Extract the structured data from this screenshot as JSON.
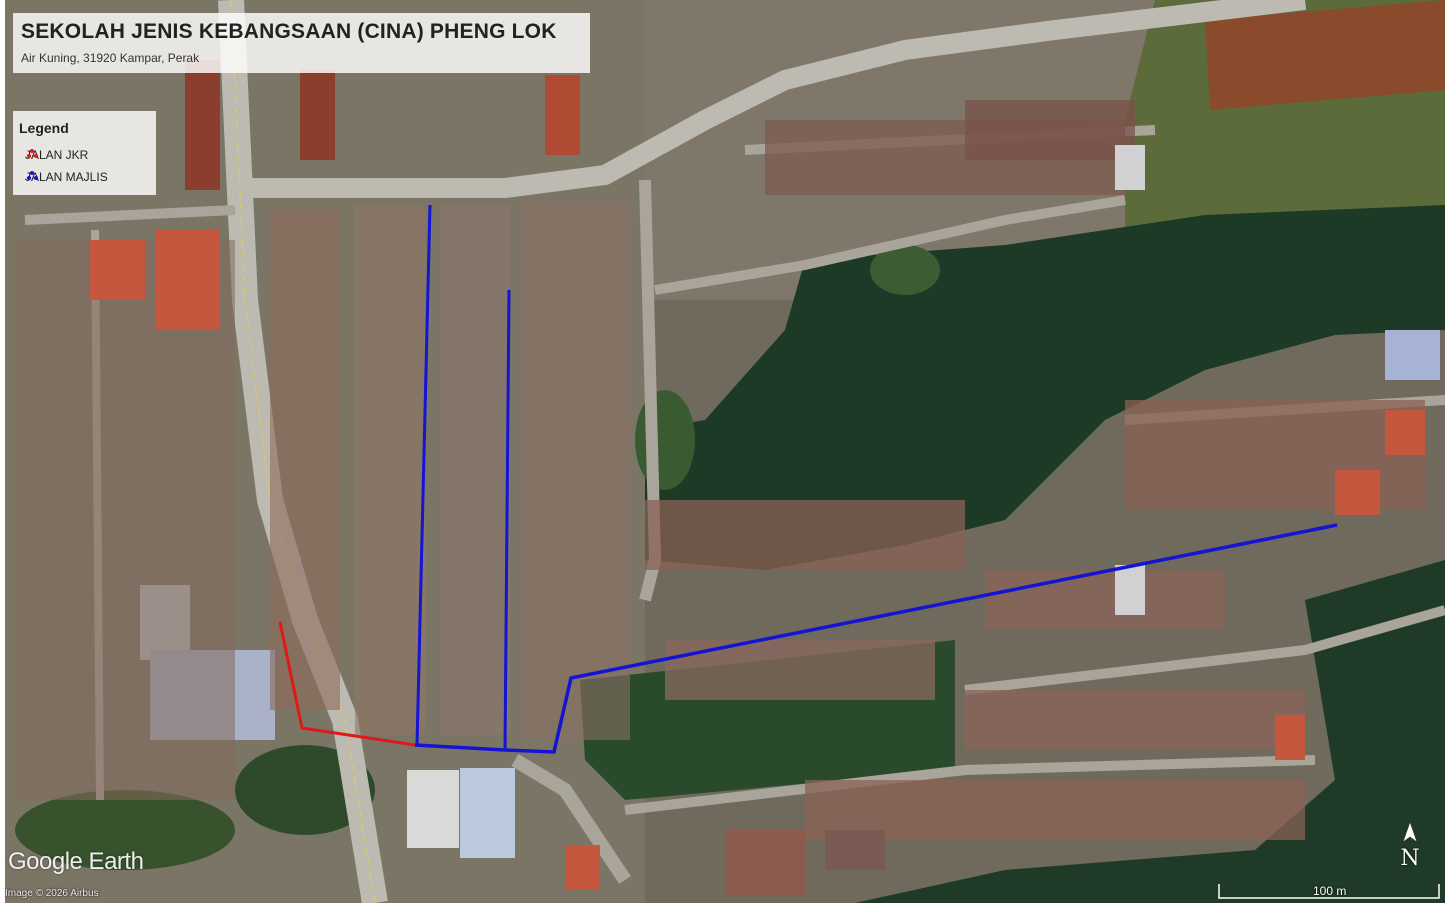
{
  "map": {
    "title": "SEKOLAH JENIS KEBANGSAAN (CINA) PHENG LOK",
    "subtitle": "Air Kuning, 31920 Kampar, Perak",
    "legend": {
      "heading": "Legend",
      "items": [
        {
          "label": "JALAN JKR",
          "color": "#e01818"
        },
        {
          "label": "JALAN MAJLIS",
          "color": "#1414d2"
        }
      ]
    },
    "provider_logo": "Google Earth",
    "imagery_credit": "Image © 2026 Airbus",
    "north_label": "N",
    "scale_label": "100 m",
    "colors": {
      "jkr_road": "#e01818",
      "majlis_road": "#1414d2",
      "plantation": "#1c3a26",
      "roof_red": "#c4573d",
      "roof_grey": "#a9adb3",
      "road": "#b9b6ae"
    }
  }
}
